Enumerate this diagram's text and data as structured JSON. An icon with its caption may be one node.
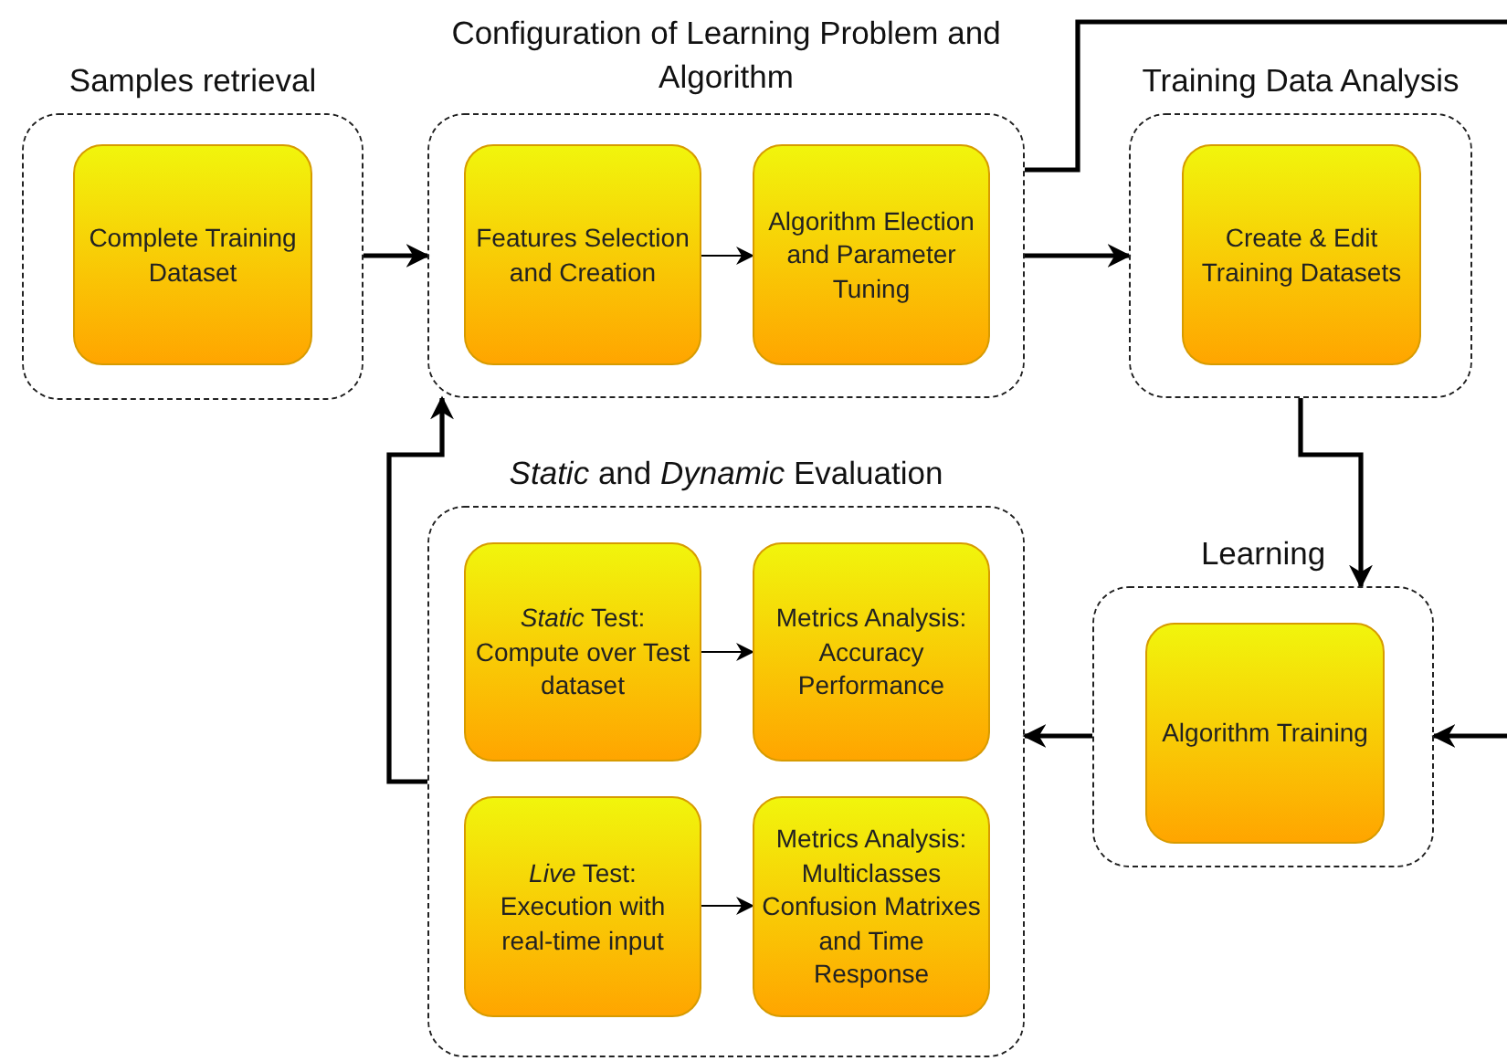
{
  "diagram": {
    "nodes": [
      {
        "text": [
          "Samples retrieval"
        ]
      },
      {
        "text": [
          "Complete Training Dataset"
        ],
        "in": 0
      },
      {
        "text": [
          "Configuration of Learning Problem and Algorithm"
        ]
      },
      {
        "text": [
          "Features Selection and Creation"
        ],
        "in": 2
      },
      {
        "text": [
          "Algorithm Election and Parameter Tuning"
        ],
        "in": 2
      },
      {
        "text": [
          "Training Data Analysis"
        ]
      },
      {
        "text": [
          "Create & Edit Training Datasets"
        ],
        "in": 5
      },
      {
        "text": [
          "Learning"
        ]
      },
      {
        "text": [
          "Algorithm Training"
        ],
        "in": 7
      },
      {
        "text": [
          "*Static* and *Dynamic* Evaluation"
        ]
      },
      {
        "text": [
          "*Static* Test: Compute over Test dataset"
        ],
        "in": 9
      },
      {
        "text": [
          "Metrics Analysis: Accuracy Performance"
        ],
        "in": 9
      },
      {
        "text": [
          "*Live* Test: Execution with real-time input"
        ],
        "in": 9
      },
      {
        "text": [
          "Metrics Analysis: Multiclasses Confusion Matrixes and Time Response"
        ],
        "in": 9
      }
    ],
    "edges": [
      {
        "from": 0,
        "to": 2,
        "arrow": "to"
      },
      {
        "from": 3,
        "to": 4,
        "arrow": "to"
      },
      {
        "from": 2,
        "to": 5,
        "arrow": "to"
      },
      {
        "from": 2,
        "to": null,
        "arrow": "none"
      },
      {
        "from": 5,
        "to": 7,
        "arrow": "to"
      },
      {
        "from": null,
        "to": 7,
        "arrow": "to"
      },
      {
        "from": 7,
        "to": 9,
        "arrow": "to"
      },
      {
        "from": 9,
        "to": 2,
        "arrow": "to"
      },
      {
        "from": 10,
        "to": 11,
        "arrow": "to"
      },
      {
        "from": 12,
        "to": 13,
        "arrow": "to"
      }
    ]
  }
}
